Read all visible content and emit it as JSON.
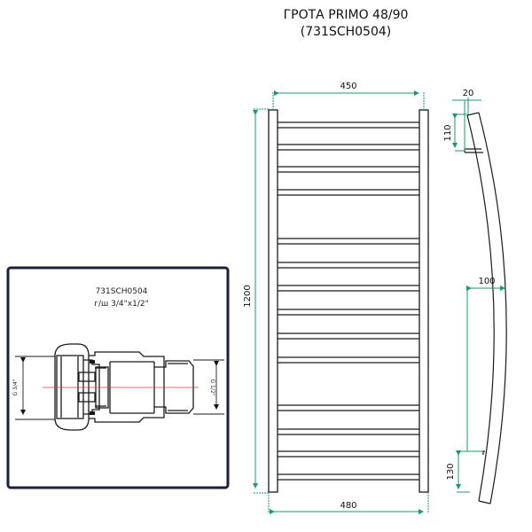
{
  "title": {
    "line1": "ГРОТА PRIMO 48/90",
    "line2": "(731SCH0504)"
  },
  "front_view": {
    "dim_width_top": "450",
    "dim_width_bottom": "480",
    "dim_height": "1200",
    "bar_count": 14
  },
  "side_view": {
    "dim_top_offset": "20",
    "dim_top_connection": "110",
    "dim_depth": "100",
    "dim_bottom_connection": "130"
  },
  "fitting_detail": {
    "code": "731SCH0504",
    "spec": "г/ш 3/4\"x1/2\"",
    "left_thread": "G 3/4\"",
    "right_thread": "G 1/2\""
  },
  "colors": {
    "line": "#1a1a1a",
    "dimension": "#1a9a6a",
    "axis": "#d04040",
    "frame": "#1b1f3a"
  }
}
